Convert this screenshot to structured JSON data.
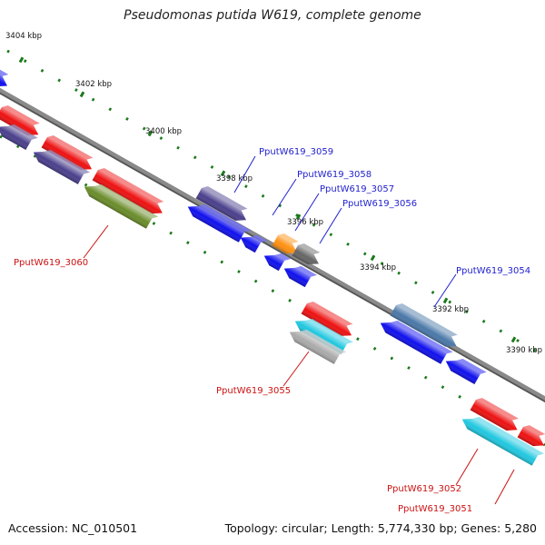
{
  "title": "Pseudomonas putida W619, complete genome",
  "footer": {
    "accession": "Accession: NC_010501",
    "topology": "Topology: circular; Length: 5,774,330 bp; Genes: 5,280"
  },
  "colors": {
    "backbone": "#8a8a8a",
    "tick": "#1a7a1a",
    "label_blue": "#1f1fcf",
    "label_red": "#cc1111"
  },
  "ticks": [
    "3404 kbp",
    "3402 kbp",
    "3400 kbp",
    "3398 kbp",
    "3396 kbp",
    "3394 kbp",
    "3392 kbp",
    "3390 kbp"
  ],
  "gene_labels": [
    {
      "text": "PputW619_3059",
      "color": "blue"
    },
    {
      "text": "PputW619_3058",
      "color": "blue"
    },
    {
      "text": "PputW619_3057",
      "color": "blue"
    },
    {
      "text": "PputW619_3056",
      "color": "blue"
    },
    {
      "text": "PputW619_3054",
      "color": "blue"
    },
    {
      "text": "PputW619_3060",
      "color": "red"
    },
    {
      "text": "PputW619_3055",
      "color": "red"
    },
    {
      "text": "PputW619_3052",
      "color": "red"
    },
    {
      "text": "PputW619_3051",
      "color": "red"
    }
  ]
}
